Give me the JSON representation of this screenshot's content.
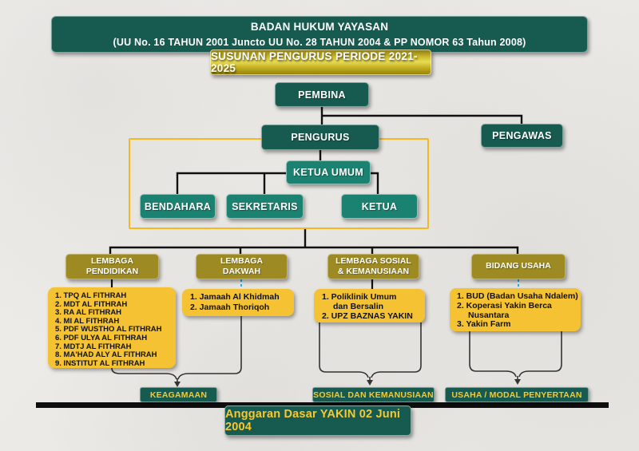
{
  "header": {
    "line1": "BADAN HUKUM YAYASAN",
    "line2": "(UU No. 16 TAHUN 2001 Juncto UU No. 28 TAHUN 2004 & PP NOMOR 63 Tahun 2008)"
  },
  "banner": {
    "label": "SUSUNAN PENGURUS PERIODE 2021-2025"
  },
  "org": {
    "pembina": "PEMBINA",
    "pengurus": "PENGURUS",
    "pengawas": "PENGAWAS",
    "ketua_umum": "KETUA UMUM",
    "bendahara": "BENDAHARA",
    "sekretaris": "SEKRETARIS",
    "ketua": "KETUA"
  },
  "branches": {
    "pendidikan": {
      "label": "LEMBAGA\nPENDIDIKAN"
    },
    "dakwah": {
      "label": "LEMBAGA\nDAKWAH"
    },
    "sosial": {
      "label": "LEMBAGA SOSIAL\n& KEMANUSIAAN"
    },
    "usaha": {
      "label": "BIDANG USAHA"
    }
  },
  "lists": {
    "pendidikan": {
      "items": [
        "1. TPQ AL FITHRAH",
        "2. MDT AL FITHRAH",
        "3. RA AL FITHRAH",
        "4. MI AL FITHRAH",
        "5. PDF WUSTHO AL FITHRAH",
        "6. PDF ULYA AL FITHRAH",
        "7. MDTJ AL FITHRAH",
        "8. MA'HAD ALY AL FITHRAH",
        "9. INSTITUT AL FITHRAH"
      ]
    },
    "dakwah": {
      "items": [
        "1. Jamaah Al Khidmah",
        "2. Jamaah Thoriqoh"
      ]
    },
    "sosial": {
      "items": [
        "1. Poliklinik Umum",
        "dan Bersalin",
        "2. UPZ BAZNAS YAKIN"
      ]
    },
    "usaha": {
      "items": [
        "1. BUD (Badan Usaha Ndalem)",
        "2. Koperasi Yakin Berca",
        "Nusantara",
        "3. Yakin Farm"
      ]
    }
  },
  "groups": {
    "keagamaan": "KEAGAMAAN",
    "sosial": "SOSIAL DAN KEMANUSIAAN",
    "usaha": "USAHA / MODAL PENYERTAAN"
  },
  "footer": {
    "note": "Anggaran Dasar YAKIN 02 Juni 2004"
  },
  "colors": {
    "teal_dark": "#175a4f",
    "teal_mid": "#1b8170",
    "olive": "#9d8a23",
    "gold_box": "#f4c232",
    "accent_yellow": "#f7c92f",
    "frame_yellow": "#f3b822",
    "dashed_line": "#2aa8e0"
  }
}
